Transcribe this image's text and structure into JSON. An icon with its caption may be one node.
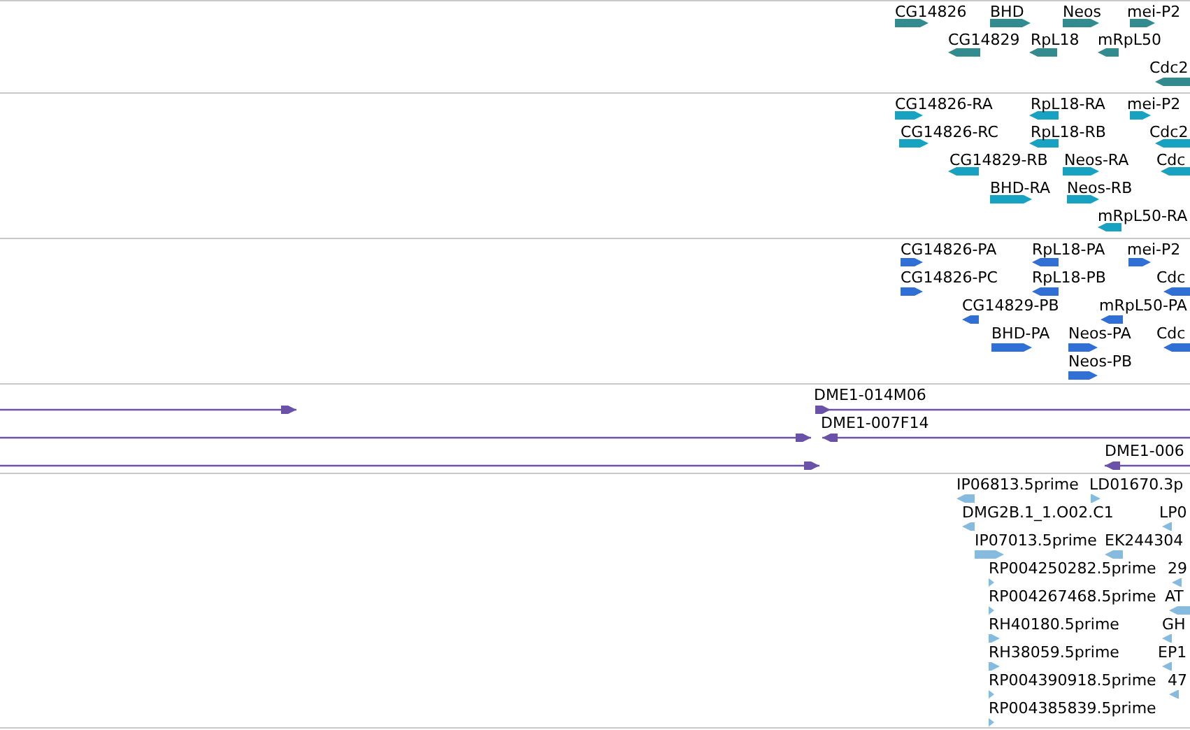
{
  "diagram": {
    "labels": [
      "CG14826",
      "BHD",
      "Neos",
      "mei-P2",
      "CG14829",
      "RpL18",
      "mRpL50",
      "Cdc2",
      "CG14826-RA",
      "RpL18-RA",
      "mei-P2",
      "CG14826-RC",
      "RpL18-RB",
      "Cdc2",
      "CG14829-RB",
      "Neos-RA",
      "Cdc",
      "BHD-RA",
      "Neos-RB",
      "mRpL50-RA",
      "CG14826-PA",
      "RpL18-PA",
      "mei-P2",
      "CG14826-PC",
      "RpL18-PB",
      "Cdc",
      "CG14829-PB",
      "mRpL50-PA",
      "BHD-PA",
      "Neos-PA",
      "Cdc",
      "Neos-PB",
      "DME1-014M06",
      "DME1-007F14",
      "DME1-006",
      "IP06813.5prime",
      "LD01670.3p",
      "DMG2B.1_1.O02.C1",
      "LP0",
      "IP07013.5prime",
      "EK244304",
      "RP004250282.5prime",
      "29",
      "RP004267468.5prime",
      "AT",
      "RH40180.5prime",
      "GH",
      "RH38059.5prime",
      "EP1",
      "RP004390918.5prime",
      "47",
      "RP004385839.5prime"
    ]
  }
}
